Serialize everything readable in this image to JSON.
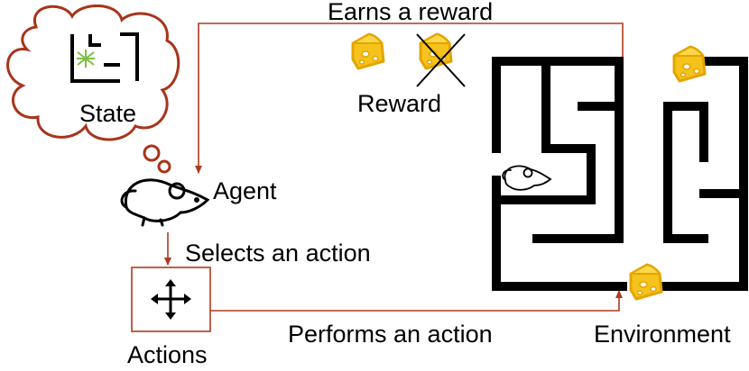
{
  "diagram": {
    "state_label": "State",
    "agent_label": "Agent",
    "reward_label": "Reward",
    "actions_label": "Actions",
    "environment_label": "Environment",
    "edges": {
      "earns_reward": "Earns a reward",
      "selects_action": "Selects an action",
      "performs_action": "Performs an action"
    }
  },
  "colors": {
    "arrow": "#b03a1e",
    "cloud_stroke": "#a8341a",
    "cheese_fill": "#f6c21c",
    "cheese_stroke": "#e3a500",
    "maze_wall": "#000000",
    "state_marker": "#7bc142"
  },
  "icons": [
    "thought-cloud-icon",
    "mouse-icon",
    "cheese-icon",
    "crossed-cheese-icon",
    "move-arrows-icon",
    "maze-icon"
  ]
}
